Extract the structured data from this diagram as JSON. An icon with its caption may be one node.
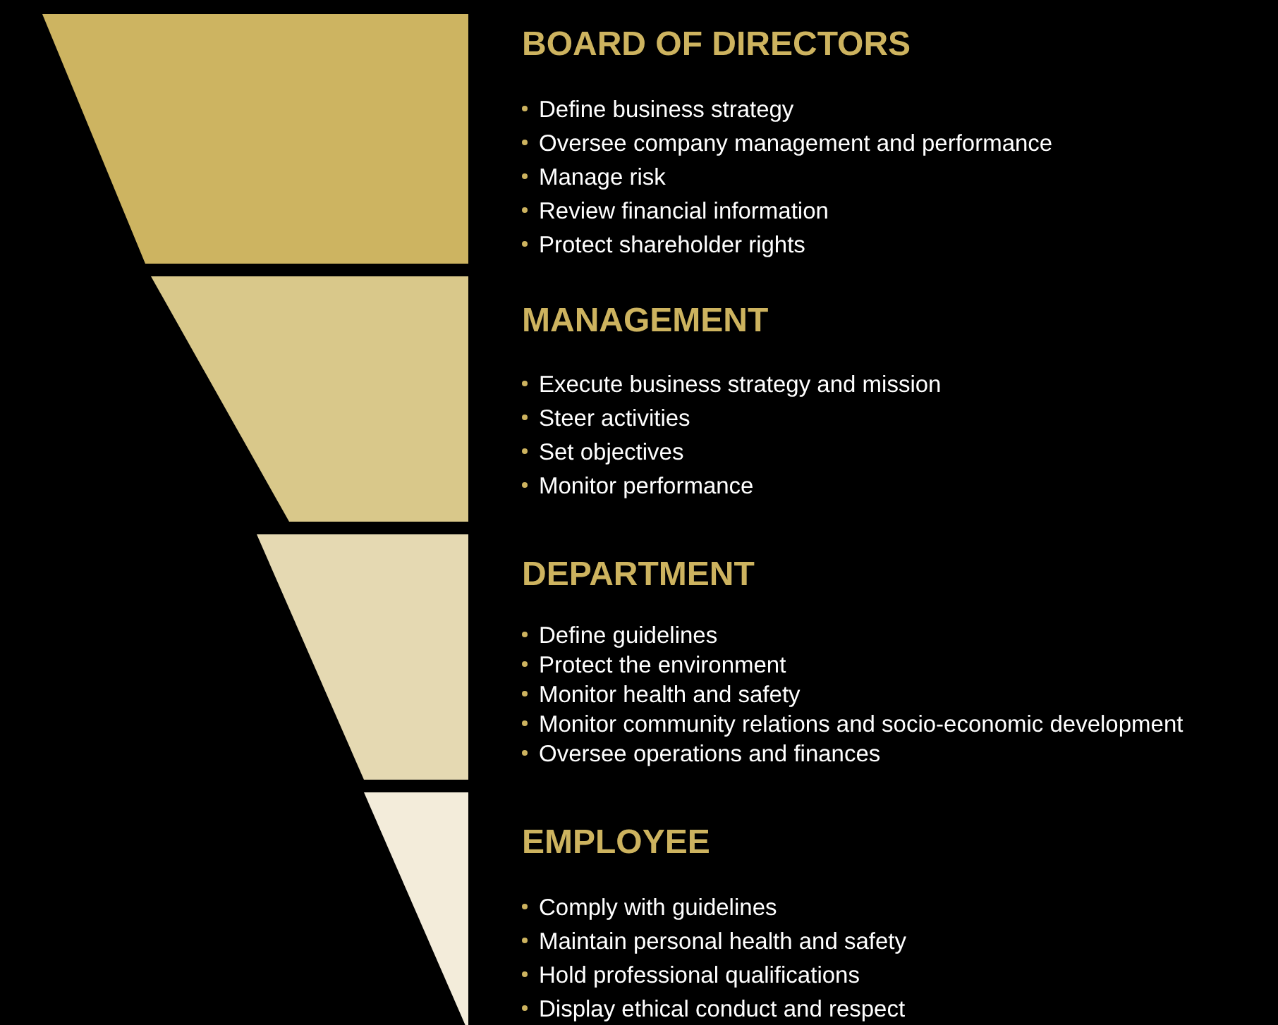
{
  "diagram": {
    "nodes": [
      {
        "text": [
          "BOARD OF DIRECTORS",
          "Define business strategy",
          "Oversee company management and performance",
          "Manage risk",
          "Review financial information",
          "Protect shareholder rights"
        ]
      },
      {
        "text": [
          "MANAGEMENT",
          "Execute business strategy and mission",
          "Steer activities",
          "Set objectives",
          "Monitor performance"
        ]
      },
      {
        "text": [
          "DEPARTMENT",
          "Define guidelines",
          "Protect the environment",
          "Monitor health and safety",
          "Monitor community relations and socio-economic development",
          "Oversee operations and finances"
        ]
      },
      {
        "text": [
          "EMPLOYEE",
          "Comply with guidelines",
          "Maintain personal health and safety",
          "Hold professional qualifications",
          "Display ethical conduct and respect"
        ]
      }
    ]
  }
}
